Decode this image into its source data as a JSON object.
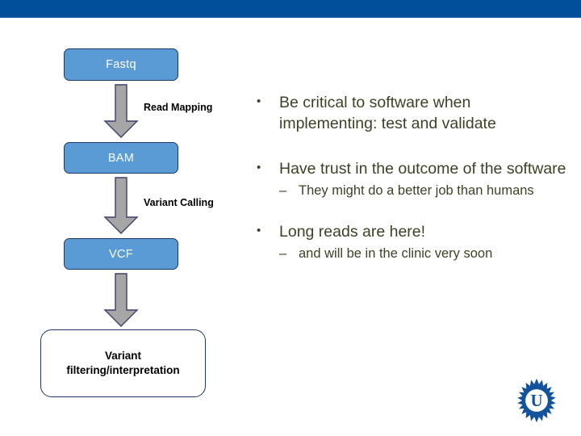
{
  "slide": {
    "banner_color": "#014F9B",
    "background_color": "#ffffff"
  },
  "flowchart": {
    "boxes": [
      {
        "id": "fastq",
        "label": "Fastq",
        "fill": "#5B9BD5",
        "text_color": "#ffffff"
      },
      {
        "id": "bam",
        "label": "BAM",
        "fill": "#5B9BD5",
        "text_color": "#ffffff"
      },
      {
        "id": "vcf",
        "label": "VCF",
        "fill": "#5B9BD5",
        "text_color": "#ffffff"
      }
    ],
    "final_box": {
      "line1": "Variant",
      "line2": "filtering/interpretation",
      "fill": "#ffffff",
      "border_color": "#1F3864"
    },
    "arrow_labels": [
      {
        "id": "read-mapping",
        "label": "Read Mapping"
      },
      {
        "id": "variant-calling",
        "label": "Variant Calling"
      }
    ],
    "arrow_icon_name": "down-arrow-icon",
    "arrow_fill": "#A6A6A6",
    "arrow_border": "#3F3F6B"
  },
  "bullets": {
    "text_color": "#3B4226",
    "level1_marker": "•",
    "level2_marker": "–",
    "items": [
      {
        "level": 1,
        "text": "Be critical to software when implementing: test and validate"
      },
      {
        "level": 1,
        "text": "Have trust in the outcome of the software"
      },
      {
        "level": 2,
        "text": "They might do a better job than humans"
      },
      {
        "level": 1,
        "text": "Long reads are here!"
      },
      {
        "level": 2,
        "text": "and will be in the clinic very soon"
      }
    ]
  },
  "logo": {
    "name": "utrecht-university-sun-logo",
    "letter": "U",
    "color": "#13539B"
  }
}
